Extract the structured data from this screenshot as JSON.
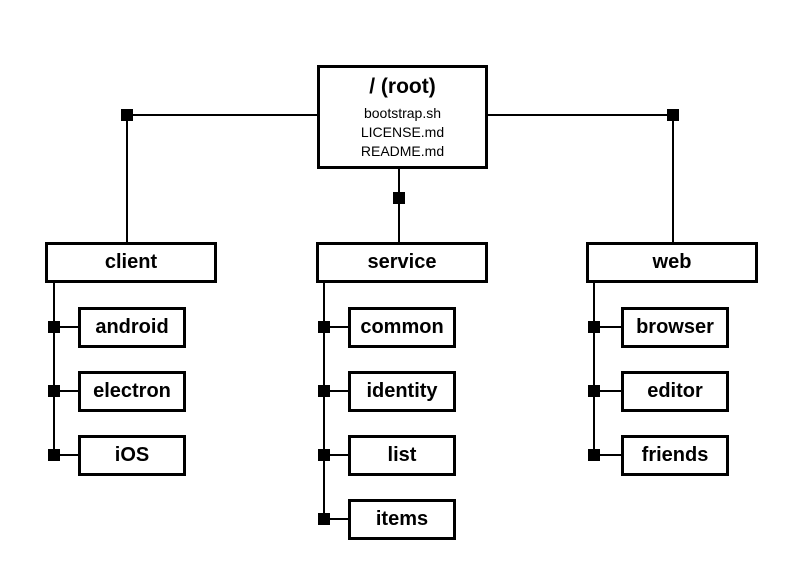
{
  "root": {
    "title": "/ (root)",
    "files": [
      "bootstrap.sh",
      "LICENSE.md",
      "README.md"
    ]
  },
  "groups": [
    {
      "name": "client",
      "children": [
        "android",
        "electron",
        "iOS"
      ]
    },
    {
      "name": "service",
      "children": [
        "common",
        "identity",
        "list",
        "items"
      ]
    },
    {
      "name": "web",
      "children": [
        "browser",
        "editor",
        "friends"
      ]
    }
  ],
  "colors": {
    "line": "#000000",
    "box_fill": "#ffffff",
    "background": "#ffffff"
  }
}
